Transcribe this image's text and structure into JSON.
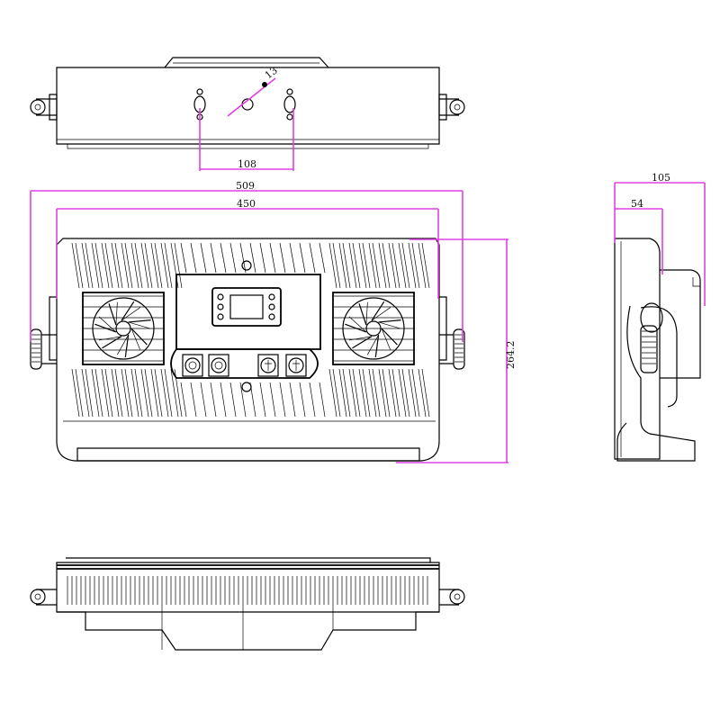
{
  "drawing": {
    "colors": {
      "dimension": "#e040e0",
      "linework": "#000000",
      "background": "#ffffff"
    },
    "dimensions": {
      "hole_diameter": "13",
      "hole_spacing": "108",
      "overall_width": "509",
      "body_width": "450",
      "height": "264.2",
      "side_depth": "105",
      "side_offset": "54"
    }
  }
}
